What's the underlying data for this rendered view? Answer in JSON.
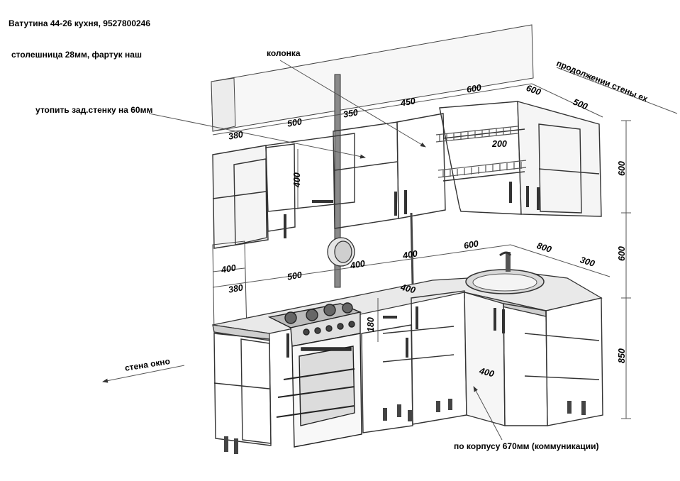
{
  "header": {
    "title": "Ватутина 44-26 кухня, 9527800246",
    "countertop_note": "столешница 28мм, фартук наш"
  },
  "annotations": {
    "kolonka": "колонка",
    "wall_recess": "утопить зад.стенку на 60мм",
    "wall_continuation": "продолжении стены ех",
    "wall_window": "стена окно",
    "communications": "по корпусу 670мм (коммуникации)"
  },
  "dimensions": {
    "top_380": "380",
    "top_500": "500",
    "top_350": "350",
    "top_450": "450",
    "top_600": "600",
    "corner_600": "600",
    "right_500": "500",
    "shelf_200": "200",
    "upper_h_400": "400",
    "mid_600": "600",
    "mid_400_col": "400",
    "mid_800": "800",
    "mid_300": "300",
    "left_400": "400",
    "counter_500": "500",
    "counter_400": "400",
    "counter_380": "380",
    "counter_depth_400": "400",
    "hood_180": "180",
    "base_400": "400",
    "height_upper_600": "600",
    "height_apron_600": "600",
    "height_base_850": "850"
  },
  "colors": {
    "line": "#2a2a2a",
    "glass": "#9a9a9a",
    "fill_light": "#f2f2f2",
    "fill_dark": "#cfcfcf"
  }
}
